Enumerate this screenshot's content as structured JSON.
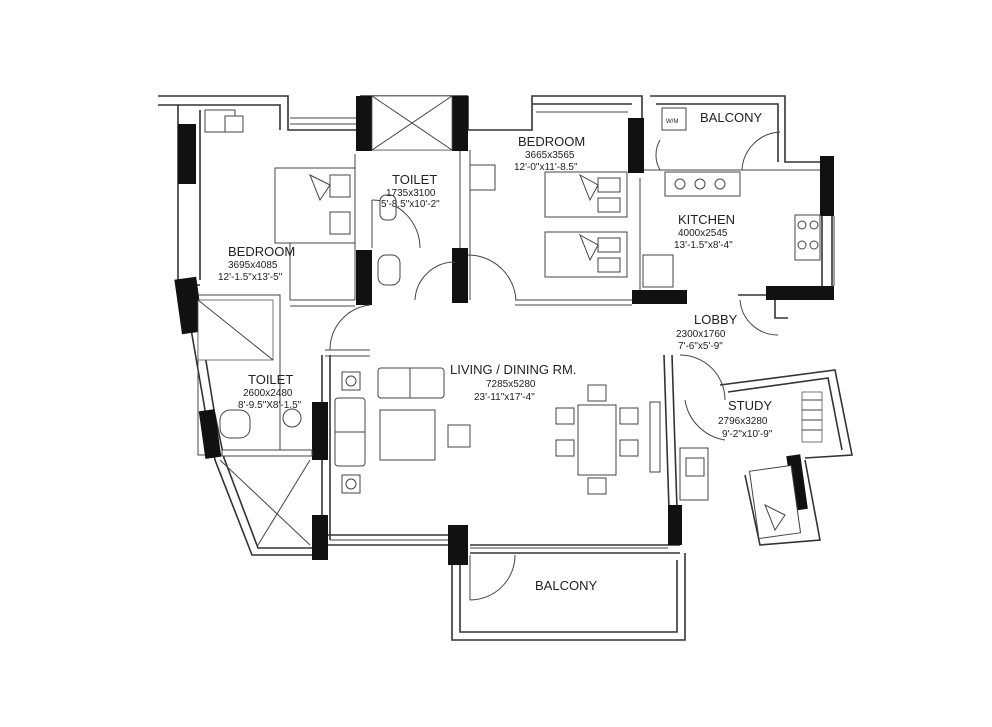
{
  "rooms": {
    "bedroom_left": {
      "name": "BEDROOM",
      "metric": "3695x4085",
      "imperial": "12'-1.5\"x13'-5\""
    },
    "toilet_top": {
      "name": "TOILET",
      "metric": "1735x3100",
      "imperial": "5'-8.5\"x10'-2\""
    },
    "bedroom_top": {
      "name": "BEDROOM",
      "metric": "3665x3565",
      "imperial": "12'-0\"x11'-8.5\""
    },
    "balcony_top": {
      "name": "BALCONY"
    },
    "kitchen": {
      "name": "KITCHEN",
      "metric": "4000x2545",
      "imperial": "13'-1.5\"x8'-4\""
    },
    "lobby": {
      "name": "LOBBY",
      "metric": "2300x1760",
      "imperial": "7'-6\"x5'-9\""
    },
    "toilet_left": {
      "name": "TOILET",
      "metric": "2600x2480",
      "imperial": "8'-9.5\"X8'-1.5\""
    },
    "living": {
      "name": "LIVING / DINING RM.",
      "metric": "7285x5280",
      "imperial": "23'-11\"x17'-4\""
    },
    "study": {
      "name": "STUDY",
      "metric": "2796x3280",
      "imperial": "9'-2\"x10'-9\""
    },
    "balcony_bottom": {
      "name": "BALCONY"
    }
  },
  "fixtures": {
    "washing_machine": "W/M"
  }
}
